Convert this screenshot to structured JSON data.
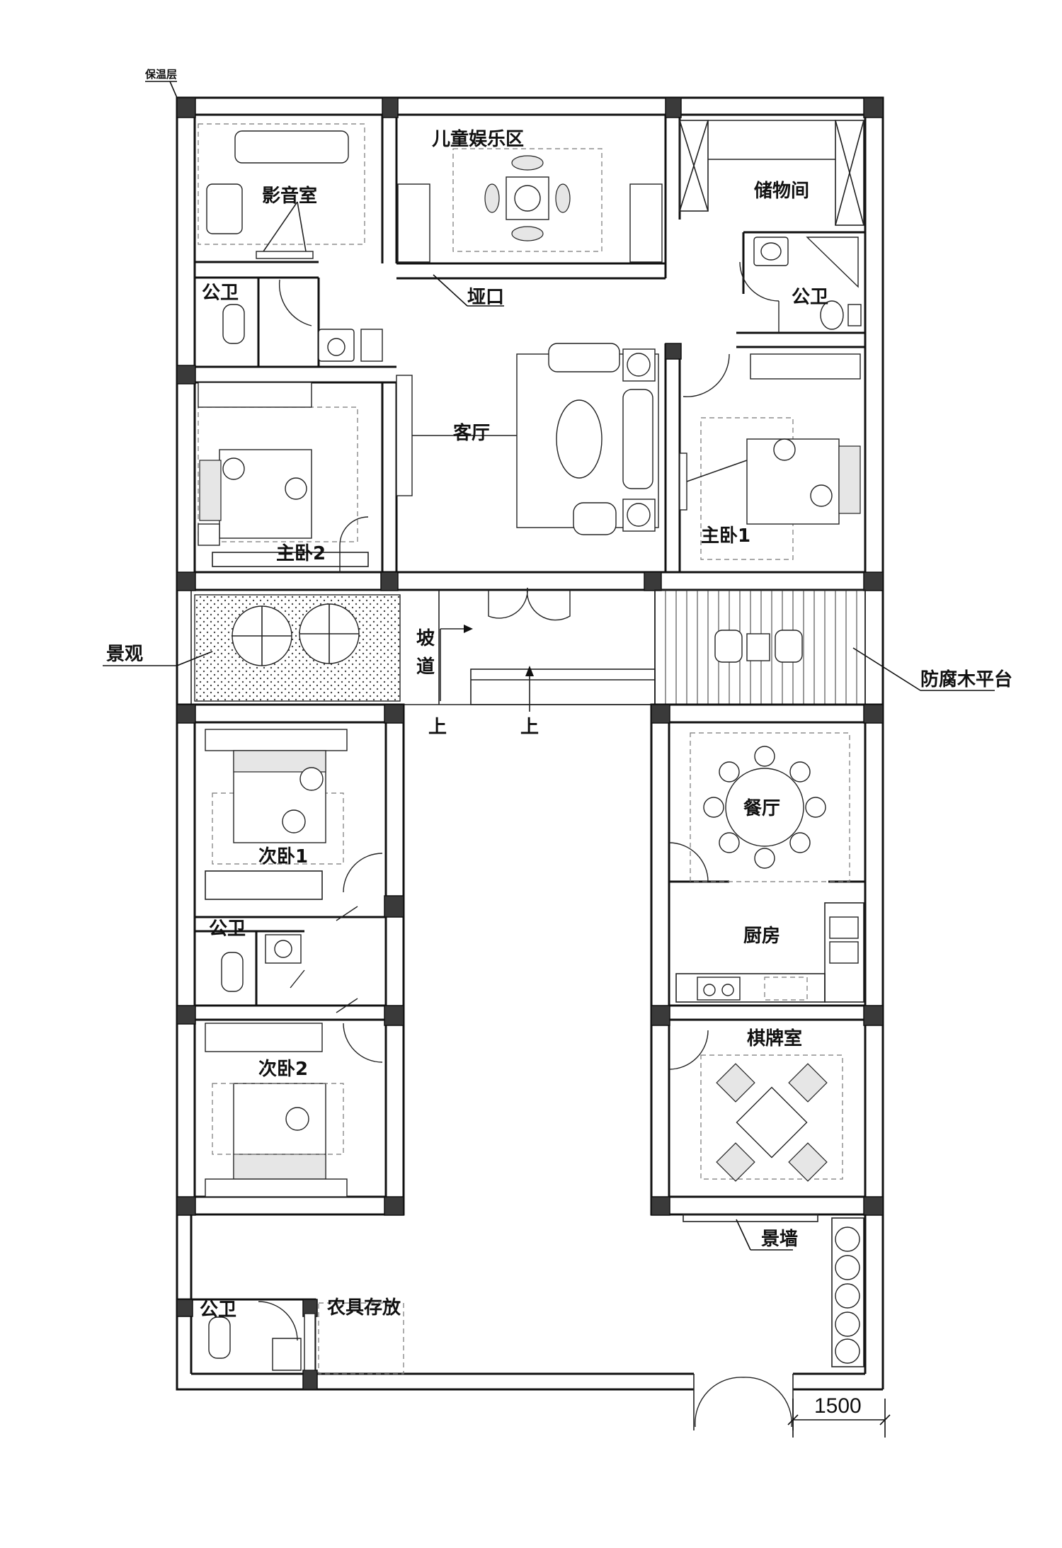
{
  "labels": {
    "insulation": "保温层",
    "av_room": "影音室",
    "kids_area": "儿童娱乐区",
    "storage": "储物间",
    "bath_nw": "公卫",
    "bath_ne": "公卫",
    "threshold": "垭口",
    "living": "客厅",
    "master2": "主卧2",
    "master1": "主卧1",
    "landscape": "景观",
    "ramp1": "坡",
    "ramp2": "道",
    "deck": "防腐木平台",
    "up1": "上",
    "up2": "上",
    "second1": "次卧1",
    "bath_w": "公卫",
    "second2": "次卧2",
    "dining": "餐厅",
    "kitchen": "厨房",
    "chess": "棋牌室",
    "feature_wall": "景墙",
    "bath_s": "公卫",
    "tools": "农具存放",
    "dim_1500": "1500"
  }
}
